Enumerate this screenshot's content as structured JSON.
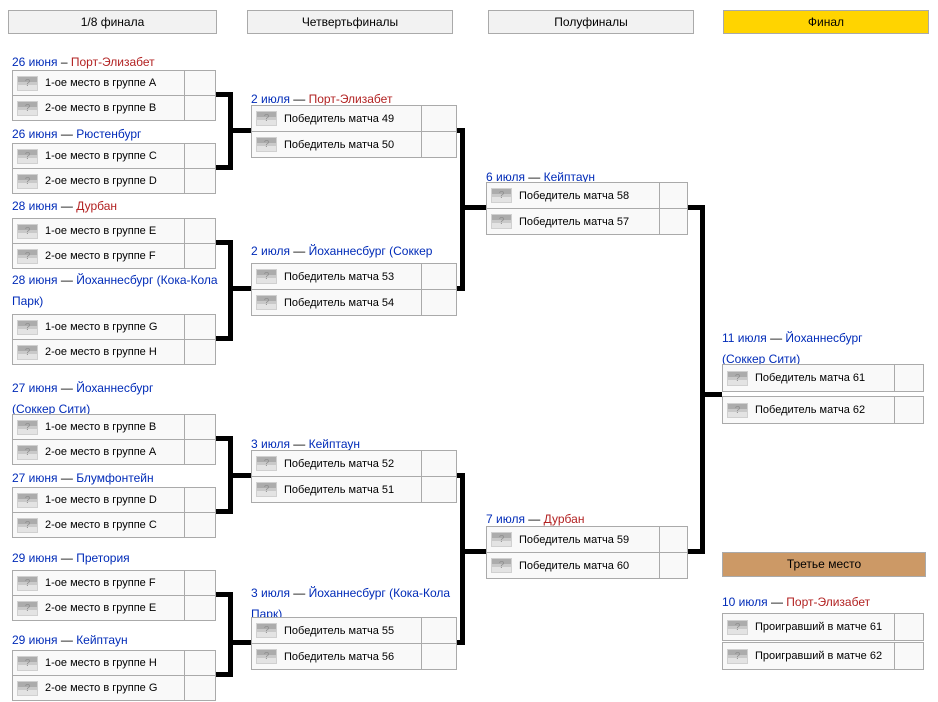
{
  "columns": [
    "1/8 финала",
    "Четвертьфиналы",
    "Полуфиналы",
    "Финал"
  ],
  "third_place_header": "Третье место",
  "flag_icon": "?",
  "colors": {
    "blue_link": "#002bb8",
    "red_link": "#b22222",
    "final_header_bg": "#ffd400",
    "third_header_bg": "#cc9966",
    "box_bg": "#f9f9f9",
    "box_border": "#aaaaaa",
    "header_bg": "#f2f2f2",
    "connector": "#000000"
  },
  "r16": [
    {
      "date": "26 июня",
      "sep": " – ",
      "venue": "Порт-Элизабет",
      "venue_class": "red",
      "team1": "1-ое место в группе A",
      "team2": "2-ое место в группе B",
      "score1": "",
      "score2": ""
    },
    {
      "date": "26 июня",
      "sep": " — ",
      "venue": "Рюстенбург",
      "venue_class": "blue",
      "team1": "1-ое место в группе C",
      "team2": "2-ое место в группе D",
      "score1": "",
      "score2": ""
    },
    {
      "date": "28 июня",
      "sep": " — ",
      "venue": "Дурбан",
      "venue_class": "red",
      "team1": "1-ое место в группе E",
      "team2": "2-ое место в группе F",
      "score1": "",
      "score2": ""
    },
    {
      "date": "28 июня",
      "sep": " — ",
      "venue": "Йоханнесбург (Кока-Кола Парк)",
      "venue_class": "blue",
      "team1": "1-ое место в группе G",
      "team2": "2-ое место в группе H",
      "score1": "",
      "score2": ""
    },
    {
      "date": "27 июня",
      "sep": " — ",
      "venue": "Йоханнесбург (Соккер Сити)",
      "venue_class": "blue",
      "team1": "1-ое место в группе B",
      "team2": "2-ое место в группе A",
      "score1": "",
      "score2": ""
    },
    {
      "date": "27 июня",
      "sep": " — ",
      "venue": "Блумфонтейн",
      "venue_class": "blue",
      "team1": "1-ое место в группе D",
      "team2": "2-ое место в группе C",
      "score1": "",
      "score2": ""
    },
    {
      "date": "29 июня",
      "sep": " — ",
      "venue": "Претория",
      "venue_class": "blue",
      "team1": "1-ое место в группе F",
      "team2": "2-ое место в группе E",
      "score1": "",
      "score2": ""
    },
    {
      "date": "29 июня",
      "sep": " — ",
      "venue": "Кейптаун",
      "venue_class": "blue",
      "team1": "1-ое место в группе H",
      "team2": "2-ое место в группе G",
      "score1": "",
      "score2": ""
    }
  ],
  "qf": [
    {
      "date": "2 июля",
      "sep": " — ",
      "venue": "Порт-Элизабет",
      "venue_class": "red",
      "team1": "Победитель матча 49",
      "team2": "Победитель матча 50",
      "score1": "",
      "score2": ""
    },
    {
      "date": "2 июля",
      "sep": " — ",
      "venue": "Йоханнесбург (Соккер Сити)",
      "venue_class": "blue",
      "team1": "Победитель матча 53",
      "team2": "Победитель матча 54",
      "score1": "",
      "score2": ""
    },
    {
      "date": "3 июля",
      "sep": " — ",
      "venue": "Кейптаун",
      "venue_class": "blue",
      "team1": "Победитель матча 52",
      "team2": "Победитель матча 51",
      "score1": "",
      "score2": ""
    },
    {
      "date": "3 июля",
      "sep": " — ",
      "venue": "Йоханнесбург (Кока-Кола Парк)",
      "venue_class": "blue",
      "team1": "Победитель матча 55",
      "team2": "Победитель матча 56",
      "score1": "",
      "score2": ""
    }
  ],
  "sf": [
    {
      "date": "6 июля",
      "sep": " — ",
      "venue": "Кейптаун",
      "venue_class": "blue",
      "team1": "Победитель матча 58",
      "team2": "Победитель матча 57",
      "score1": "",
      "score2": ""
    },
    {
      "date": "7 июля",
      "sep": " — ",
      "venue": "Дурбан",
      "venue_class": "red",
      "team1": "Победитель матча 59",
      "team2": "Победитель матча 60",
      "score1": "",
      "score2": ""
    }
  ],
  "final": {
    "date": "11 июля",
    "sep": " — ",
    "venue": "Йоханнесбург (Соккер Сити)",
    "venue_class": "blue",
    "team1": "Победитель матча 61",
    "team2": "Победитель матча 62",
    "score1": "",
    "score2": ""
  },
  "third": {
    "date": "10 июля",
    "sep": " — ",
    "venue": "Порт-Элизабет",
    "venue_class": "red",
    "team1": "Проигравший в матче 61",
    "team2": "Проигравший в матче 62",
    "score1": "",
    "score2": ""
  }
}
